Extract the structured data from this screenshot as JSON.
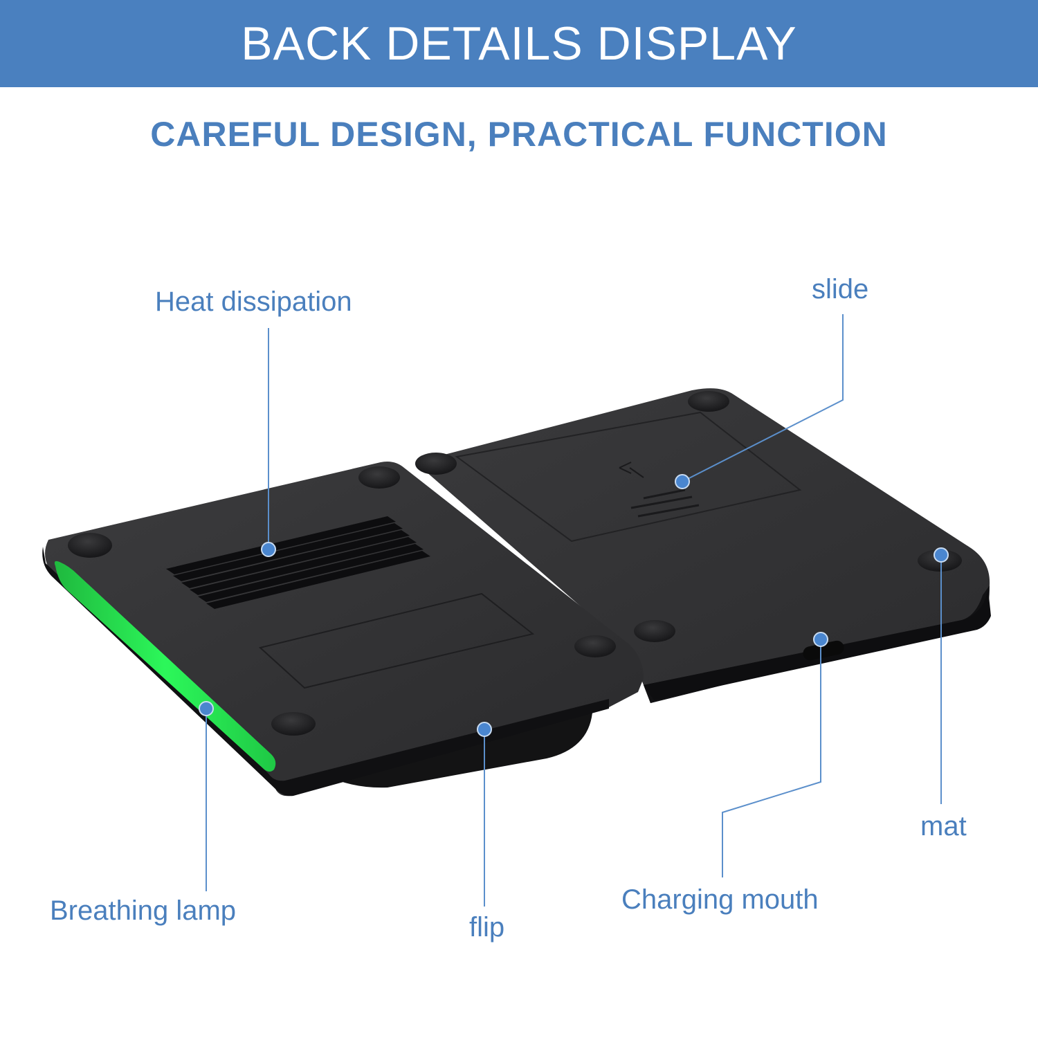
{
  "header": {
    "title": "BACK DETAILS DISPLAY",
    "subtitle": "CAREFUL DESIGN, PRACTICAL FUNCTION"
  },
  "callouts": {
    "heat_dissipation": "Heat dissipation",
    "slide": "slide",
    "breathing_lamp": "Breathing lamp",
    "flip": "flip",
    "charging_mouth": "Charging mouth",
    "mat": "mat"
  },
  "colors": {
    "banner": "#4a80bf",
    "accent_text": "#4a7fbd",
    "leader_line": "#5b8fcb",
    "marker_dot": "#4a86cf",
    "device_body": "#1c1c1e",
    "lamp_glow": "#22e34b"
  }
}
